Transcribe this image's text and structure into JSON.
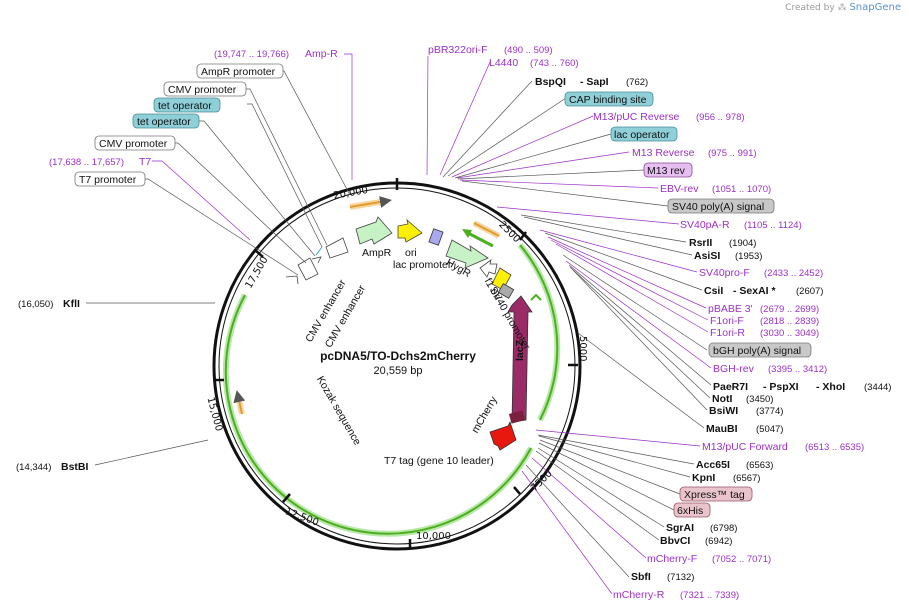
{
  "app": {
    "credit_prefix": "Created by",
    "credit_brand": "SnapGene"
  },
  "plasmid": {
    "name": "pcDNA5/TO-Dchs2mCherry",
    "size": "20,559 bp"
  },
  "ticks": [
    "2500",
    "5000",
    "7500",
    "10,000",
    "12,500",
    "15,000",
    "17,500",
    "20,000"
  ],
  "left_labels": [
    {
      "text": "(19,747 .. 19,766)",
      "text2": "Amp-R",
      "kind": "primer"
    },
    {
      "text": "AmpR promoter",
      "kind": "box"
    },
    {
      "text": "CMV promoter",
      "kind": "box"
    },
    {
      "text": "tet operator",
      "kind": "box-teal"
    },
    {
      "text": "tet operator",
      "kind": "box-teal"
    },
    {
      "text": "CMV promoter",
      "kind": "box"
    },
    {
      "text": "(17,638 .. 17,657)",
      "text2": "T7",
      "kind": "primer"
    },
    {
      "text": "T7 promoter",
      "kind": "box"
    },
    {
      "text": "(16,050)",
      "text2": "KflI",
      "kind": "site"
    },
    {
      "text": "(14,344)",
      "text2": "BstBI",
      "kind": "site"
    }
  ],
  "top_labels": [
    {
      "text": "pBR322ori-F",
      "coord": "(490 .. 509)",
      "kind": "primer"
    },
    {
      "text": "L4440",
      "coord": "(743 .. 760)",
      "kind": "primer"
    }
  ],
  "right_labels": [
    {
      "text": "BspQI",
      "text2": "- SapI",
      "coord": "(762)",
      "kind": "site"
    },
    {
      "text": "CAP binding site",
      "kind": "box-teal"
    },
    {
      "text": "M13/pUC Reverse",
      "coord": "(956 .. 978)",
      "kind": "primer"
    },
    {
      "text": "lac operator",
      "kind": "box-teal"
    },
    {
      "text": "M13 Reverse",
      "coord": "(975 .. 991)",
      "kind": "primer"
    },
    {
      "text": "M13 rev",
      "kind": "box-purple"
    },
    {
      "text": "EBV-rev",
      "coord": "(1051 .. 1070)",
      "kind": "primer"
    },
    {
      "text": "SV40 poly(A) signal",
      "kind": "box-gray"
    },
    {
      "text": "SV40pA-R",
      "coord": "(1105 .. 1124)",
      "kind": "primer"
    },
    {
      "text": "RsrII",
      "coord": "(1904)",
      "kind": "site"
    },
    {
      "text": "AsiSI",
      "coord": "(1953)",
      "kind": "site"
    },
    {
      "text": "SV40pro-F",
      "coord": "(2433 .. 2452)",
      "kind": "primer"
    },
    {
      "text": "CsiI",
      "text2": "- SexAI *",
      "coord": "(2607)",
      "kind": "site"
    },
    {
      "text": "pBABE 3'",
      "coord": "(2679 .. 2699)",
      "kind": "primer"
    },
    {
      "text": "F1ori-F",
      "coord": "(2818 .. 2839)",
      "kind": "primer"
    },
    {
      "text": "F1ori-R",
      "coord": "(3030 .. 3049)",
      "kind": "primer"
    },
    {
      "text": "bGH poly(A) signal",
      "kind": "box-gray"
    },
    {
      "text": "BGH-rev",
      "coord": "(3395 .. 3412)",
      "kind": "primer"
    },
    {
      "text": "PaeR7I",
      "text2": "- PspXI",
      "text3": "- XhoI",
      "coord": "(3444)",
      "kind": "site"
    },
    {
      "text": "NotI",
      "coord": "(3450)",
      "kind": "site"
    },
    {
      "text": "BsiWI",
      "coord": "(3774)",
      "kind": "site"
    },
    {
      "text": "MauBI",
      "coord": "(5047)",
      "kind": "site"
    },
    {
      "text": "M13/pUC Forward",
      "coord": "(6513 .. 6535)",
      "kind": "primer"
    },
    {
      "text": "Acc65I",
      "coord": "(6563)",
      "kind": "site"
    },
    {
      "text": "KpnI",
      "coord": "(6567)",
      "kind": "site"
    },
    {
      "text": "Xpress™ tag",
      "kind": "box-pink"
    },
    {
      "text": "6xHis",
      "kind": "box-pink"
    },
    {
      "text": "SgrAI",
      "coord": "(6798)",
      "kind": "site"
    },
    {
      "text": "BbvCI",
      "coord": "(6942)",
      "kind": "site"
    },
    {
      "text": "mCherry-F",
      "coord": "(7052 .. 7071)",
      "kind": "primer"
    },
    {
      "text": "SbfI",
      "coord": "(7132)",
      "kind": "site"
    },
    {
      "text": "mCherry-R",
      "coord": "(7321 .. 7339)",
      "kind": "primer"
    }
  ],
  "features": {
    "ampr": "AmpR",
    "ori": "ori",
    "lac_promoter": "lac promoter",
    "hygr": "HygR",
    "f1_ori": "f1 ori",
    "sv40_promoter": "SV40 promoter",
    "lacz": "lacZ",
    "t7_tag": "T7 tag (gene 10 leader)",
    "mcherry": "mCherry",
    "kozak": "Kozak sequence",
    "cmv_enh_1": "CMV enhancer",
    "cmv_enh_2": "CMV enhancer"
  },
  "colors": {
    "primer": "#9b30c8",
    "site": "#111111",
    "teal_box": "#8ecfd8",
    "gray_box": "#c8c8c8",
    "purple_box": "#e6bff0",
    "pink_box": "#e9c4cc",
    "green_arc": "#4caf1f",
    "lacz": "#9b2b66",
    "mcherry": "#e8180e",
    "orange": "#e39c2c",
    "yellow": "#ffef00"
  }
}
